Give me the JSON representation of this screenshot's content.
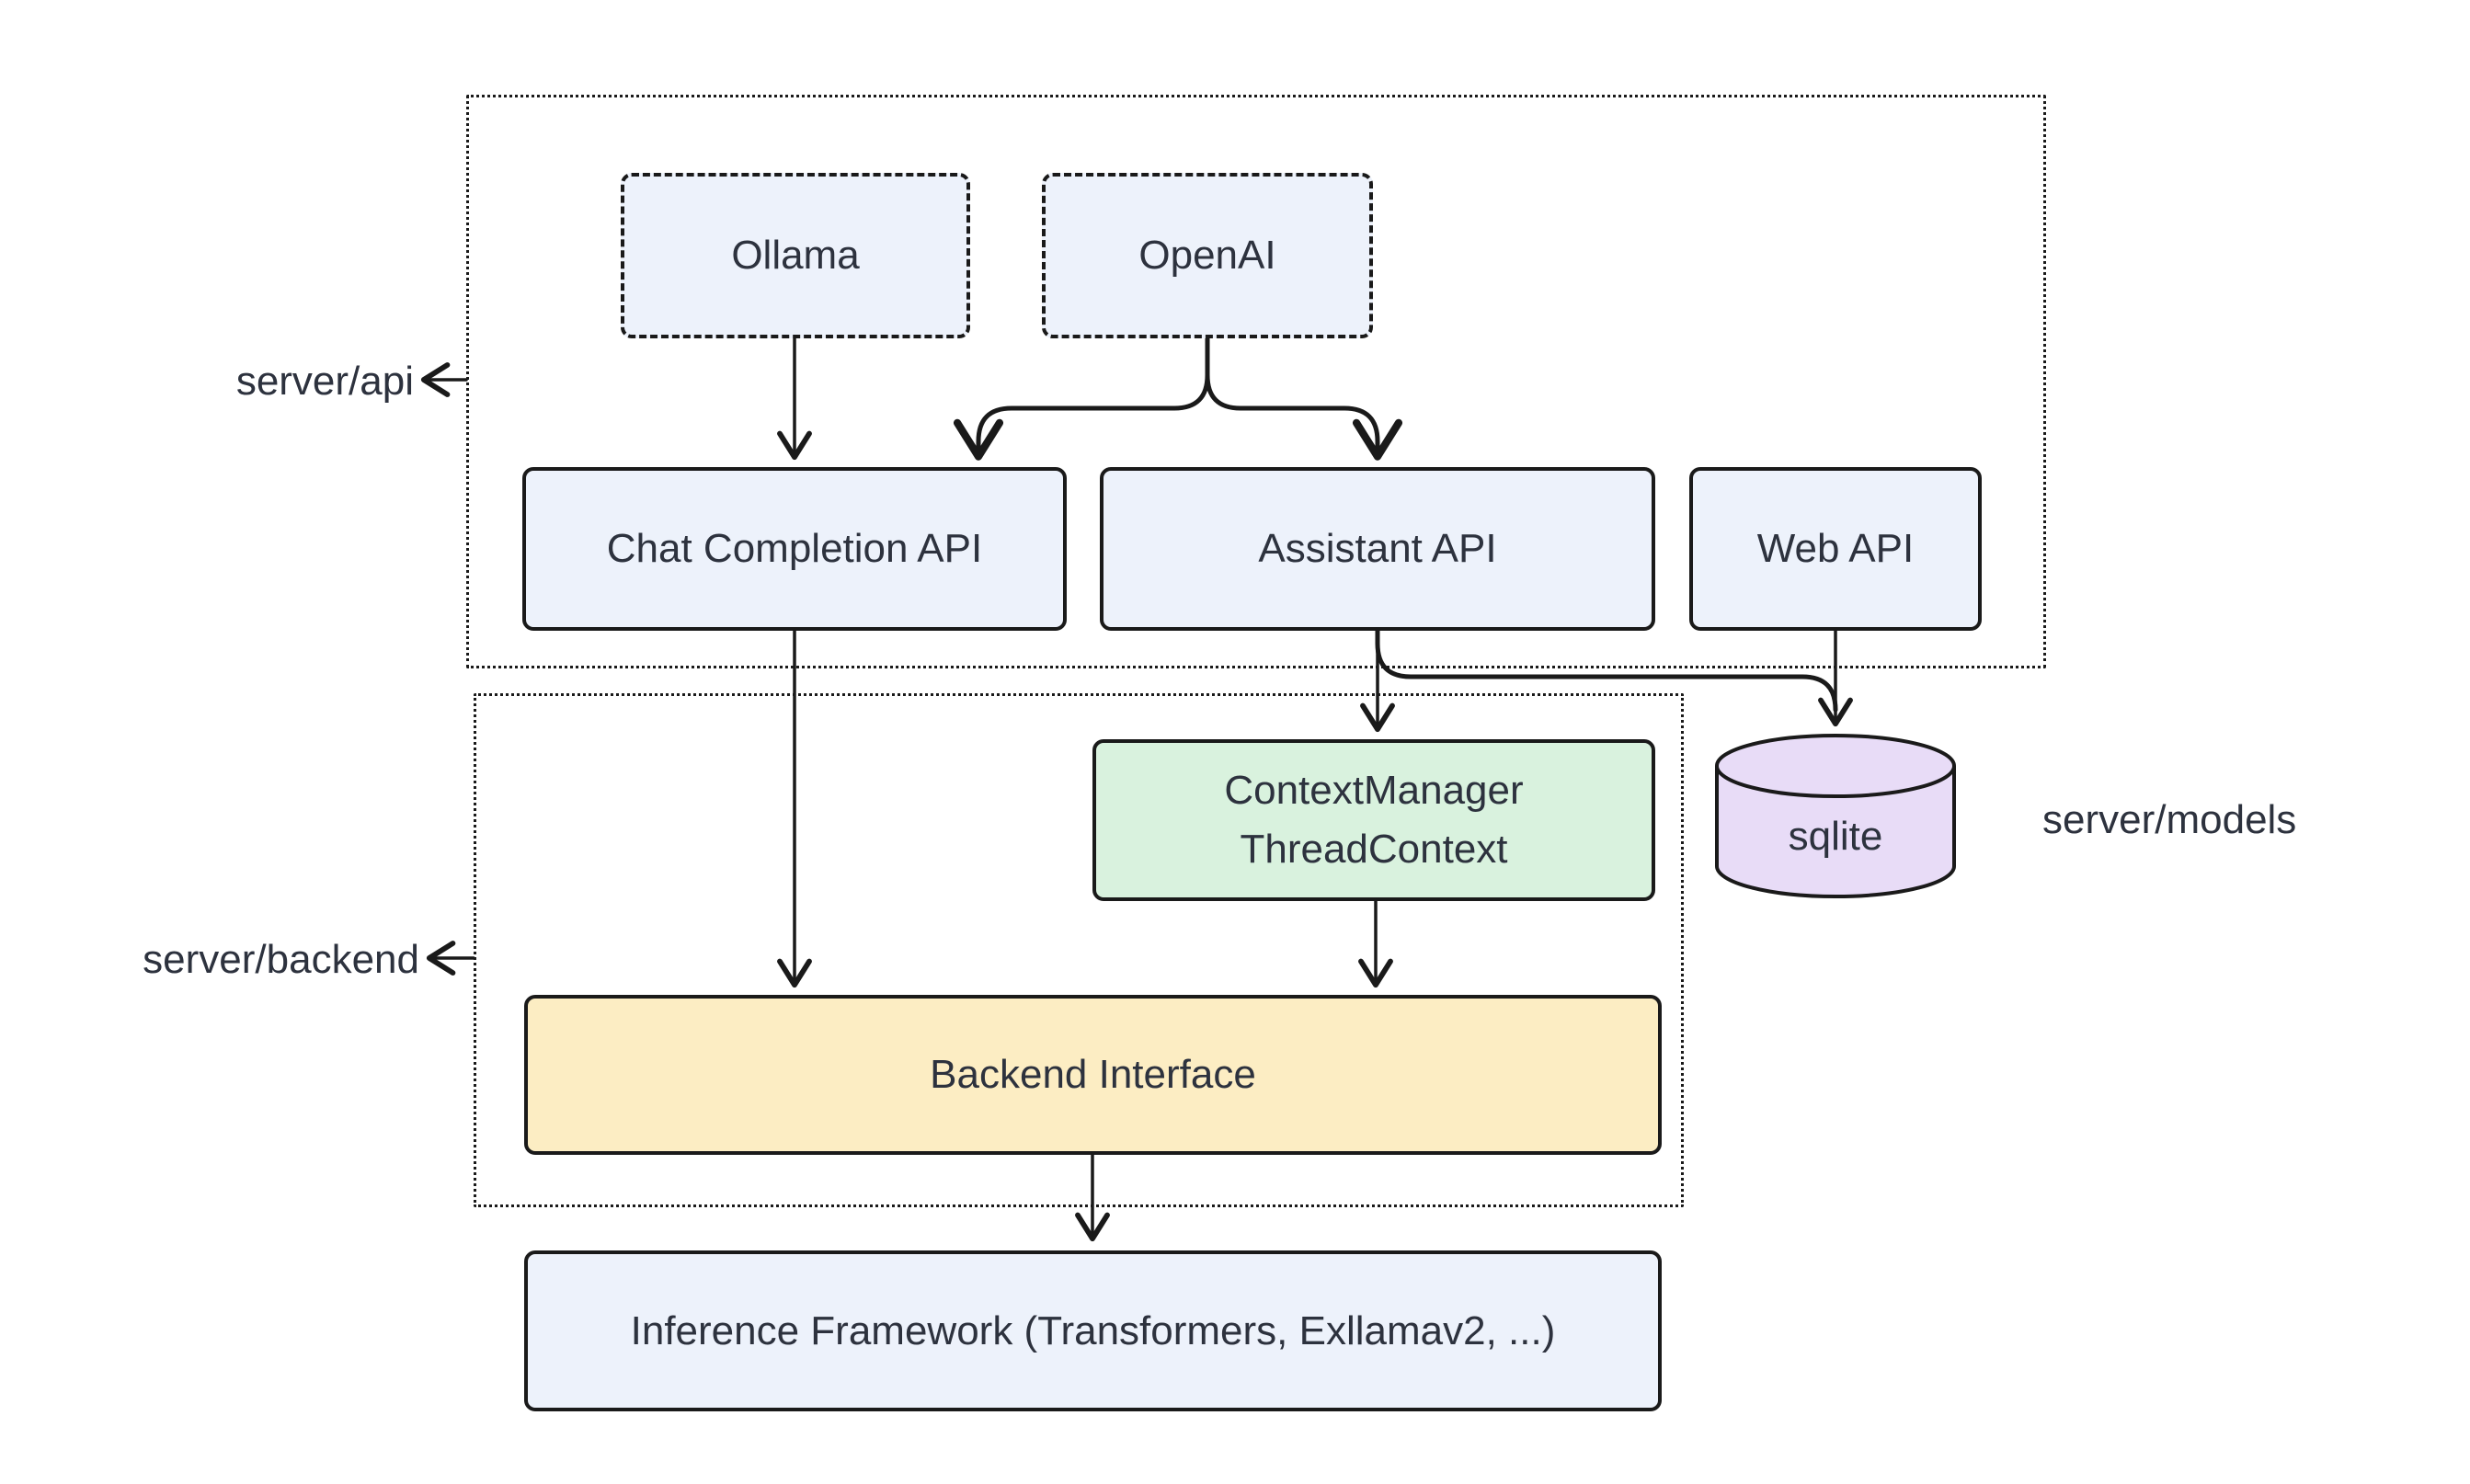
{
  "diagram_type": "architecture-flowchart",
  "background": "#ffffff",
  "colors": {
    "node_blue": "#edf2fb",
    "node_green": "#d9f2de",
    "node_yellow": "#fcedc3",
    "node_purple": "#e8dcf7",
    "stroke": "#1a1a1a",
    "text": "#2d323e"
  },
  "groups": {
    "api": {
      "label": "server/api"
    },
    "backend": {
      "label": "server/backend"
    }
  },
  "side_labels": {
    "models": "server/models"
  },
  "nodes": {
    "ollama": {
      "label": "Ollama"
    },
    "openai": {
      "label": "OpenAI"
    },
    "chat_completion_api": {
      "label": "Chat Completion API"
    },
    "assistant_api": {
      "label": "Assistant API"
    },
    "web_api": {
      "label": "Web API"
    },
    "context_manager": {
      "line1": "ContextManager",
      "line2": "ThreadContext"
    },
    "sqlite": {
      "label": "sqlite"
    },
    "backend_interface": {
      "label": "Backend Interface"
    },
    "inference_framework": {
      "label": "Inference Framework (Transformers, Exllamav2, ...)"
    }
  },
  "edges": [
    {
      "from": "Ollama",
      "to": "Chat Completion API"
    },
    {
      "from": "OpenAI",
      "to": "Chat Completion API"
    },
    {
      "from": "OpenAI",
      "to": "Assistant API"
    },
    {
      "from": "Chat Completion API",
      "to": "Backend Interface"
    },
    {
      "from": "Assistant API",
      "to": "ContextManager ThreadContext"
    },
    {
      "from": "Assistant API",
      "to": "sqlite"
    },
    {
      "from": "Web API",
      "to": "sqlite"
    },
    {
      "from": "ContextManager ThreadContext",
      "to": "Backend Interface"
    },
    {
      "from": "Backend Interface",
      "to": "Inference Framework (Transformers, Exllamav2, ...)"
    }
  ]
}
